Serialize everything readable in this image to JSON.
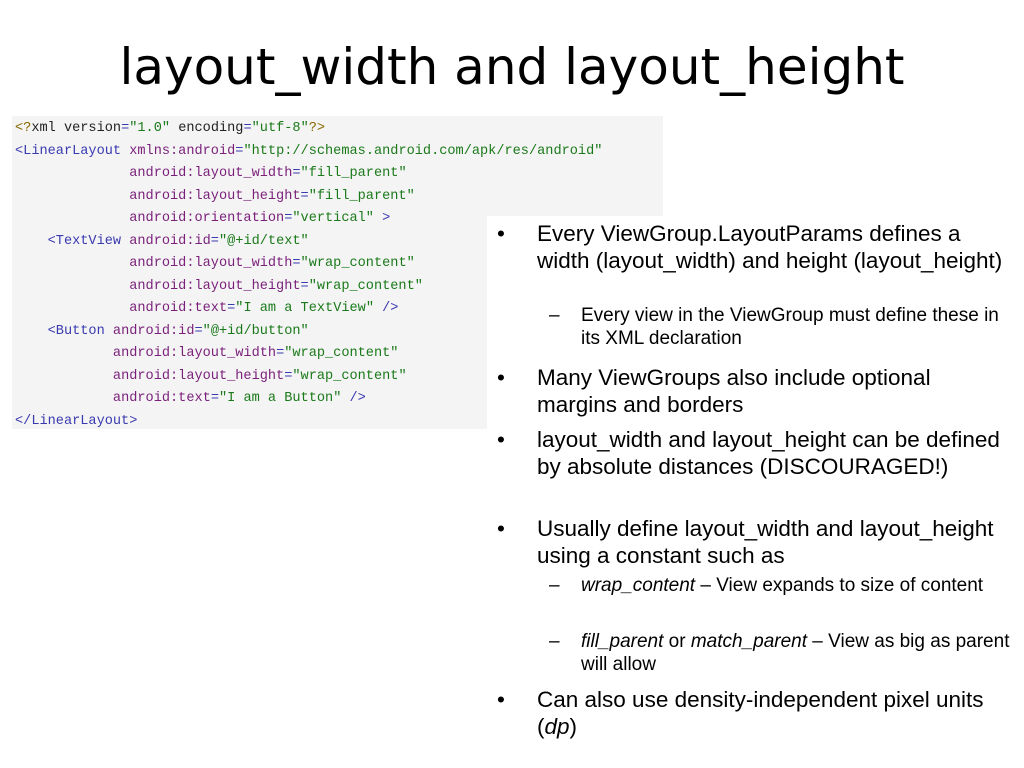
{
  "title": "layout_width and layout_height",
  "code_lines": [
    [
      {
        "c": "pi",
        "t": "<?"
      },
      {
        "c": "plain",
        "t": "xml version"
      },
      {
        "c": "tag",
        "t": "="
      },
      {
        "c": "val",
        "t": "\"1.0\""
      },
      {
        "c": "plain",
        "t": " encoding"
      },
      {
        "c": "tag",
        "t": "="
      },
      {
        "c": "val",
        "t": "\"utf-8\""
      },
      {
        "c": "pi",
        "t": "?>"
      }
    ],
    [
      {
        "c": "tag",
        "t": "<LinearLayout"
      },
      {
        "c": "attr",
        "t": " xmlns:android"
      },
      {
        "c": "tag",
        "t": "="
      },
      {
        "c": "val",
        "t": "\"http://schemas.android.com/apk/res/android\""
      }
    ],
    [
      {
        "c": "plain",
        "t": "              "
      },
      {
        "c": "attr",
        "t": "android:layout_width"
      },
      {
        "c": "tag",
        "t": "="
      },
      {
        "c": "val",
        "t": "\"fill_parent\""
      }
    ],
    [
      {
        "c": "plain",
        "t": "              "
      },
      {
        "c": "attr",
        "t": "android:layout_height"
      },
      {
        "c": "tag",
        "t": "="
      },
      {
        "c": "val",
        "t": "\"fill_parent\""
      }
    ],
    [
      {
        "c": "plain",
        "t": "              "
      },
      {
        "c": "attr",
        "t": "android:orientation"
      },
      {
        "c": "tag",
        "t": "="
      },
      {
        "c": "val",
        "t": "\"vertical\""
      },
      {
        "c": "tag",
        "t": " >"
      }
    ],
    [
      {
        "c": "plain",
        "t": "    "
      },
      {
        "c": "tag",
        "t": "<TextView"
      },
      {
        "c": "attr",
        "t": " android:id"
      },
      {
        "c": "tag",
        "t": "="
      },
      {
        "c": "val",
        "t": "\"@+id/text\""
      }
    ],
    [
      {
        "c": "plain",
        "t": "              "
      },
      {
        "c": "attr",
        "t": "android:layout_width"
      },
      {
        "c": "tag",
        "t": "="
      },
      {
        "c": "val",
        "t": "\"wrap_content\""
      }
    ],
    [
      {
        "c": "plain",
        "t": "              "
      },
      {
        "c": "attr",
        "t": "android:layout_height"
      },
      {
        "c": "tag",
        "t": "="
      },
      {
        "c": "val",
        "t": "\"wrap_content\""
      }
    ],
    [
      {
        "c": "plain",
        "t": "              "
      },
      {
        "c": "attr",
        "t": "android:text"
      },
      {
        "c": "tag",
        "t": "="
      },
      {
        "c": "val",
        "t": "\"I am a TextView\""
      },
      {
        "c": "tag",
        "t": " />"
      }
    ],
    [
      {
        "c": "plain",
        "t": "    "
      },
      {
        "c": "tag",
        "t": "<Button"
      },
      {
        "c": "attr",
        "t": " android:id"
      },
      {
        "c": "tag",
        "t": "="
      },
      {
        "c": "val",
        "t": "\"@+id/button\""
      }
    ],
    [
      {
        "c": "plain",
        "t": "            "
      },
      {
        "c": "attr",
        "t": "android:layout_width"
      },
      {
        "c": "tag",
        "t": "="
      },
      {
        "c": "val",
        "t": "\"wrap_content\""
      }
    ],
    [
      {
        "c": "plain",
        "t": "            "
      },
      {
        "c": "attr",
        "t": "android:layout_height"
      },
      {
        "c": "tag",
        "t": "="
      },
      {
        "c": "val",
        "t": "\"wrap_content\""
      }
    ],
    [
      {
        "c": "plain",
        "t": "            "
      },
      {
        "c": "attr",
        "t": "android:text"
      },
      {
        "c": "tag",
        "t": "="
      },
      {
        "c": "val",
        "t": "\"I am a Button\""
      },
      {
        "c": "tag",
        "t": " />"
      }
    ],
    [
      {
        "c": "tag",
        "t": "</LinearLayout>"
      }
    ]
  ],
  "bullets": [
    {
      "level": 1,
      "marker": "•",
      "parts": [
        {
          "t": "Every ViewGroup.LayoutParams defines a width (layout_width) and height (layout_height)"
        }
      ]
    },
    {
      "level": 2,
      "marker": "–",
      "parts": [
        {
          "t": "Every view in the ViewGroup must define these in its XML declaration"
        }
      ]
    },
    {
      "level": 1,
      "marker": "•",
      "parts": [
        {
          "t": "Many ViewGroups also include optional margins and borders"
        }
      ]
    },
    {
      "level": 1,
      "marker": "•",
      "parts": [
        {
          "t": "layout_width and layout_height can be defined by absolute distances (DISCOURAGED!)"
        }
      ]
    },
    {
      "level": 1,
      "marker": "•",
      "parts": [
        {
          "t": "Usually define layout_width and layout_height using a constant such as"
        }
      ]
    },
    {
      "level": 2,
      "marker": "–",
      "parts": [
        {
          "t": "wrap_content",
          "i": true
        },
        {
          "t": " – View expands to size of content"
        }
      ]
    },
    {
      "level": 2,
      "marker": "–",
      "parts": [
        {
          "t": "fill_parent",
          "i": true
        },
        {
          "t": " or "
        },
        {
          "t": "match_parent",
          "i": true
        },
        {
          "t": " – View as big as parent will allow"
        }
      ]
    },
    {
      "level": 1,
      "marker": "•",
      "parts": [
        {
          "t": "Can also use density-independent pixel units ("
        },
        {
          "t": "dp",
          "i": true
        },
        {
          "t": ")"
        }
      ]
    }
  ]
}
